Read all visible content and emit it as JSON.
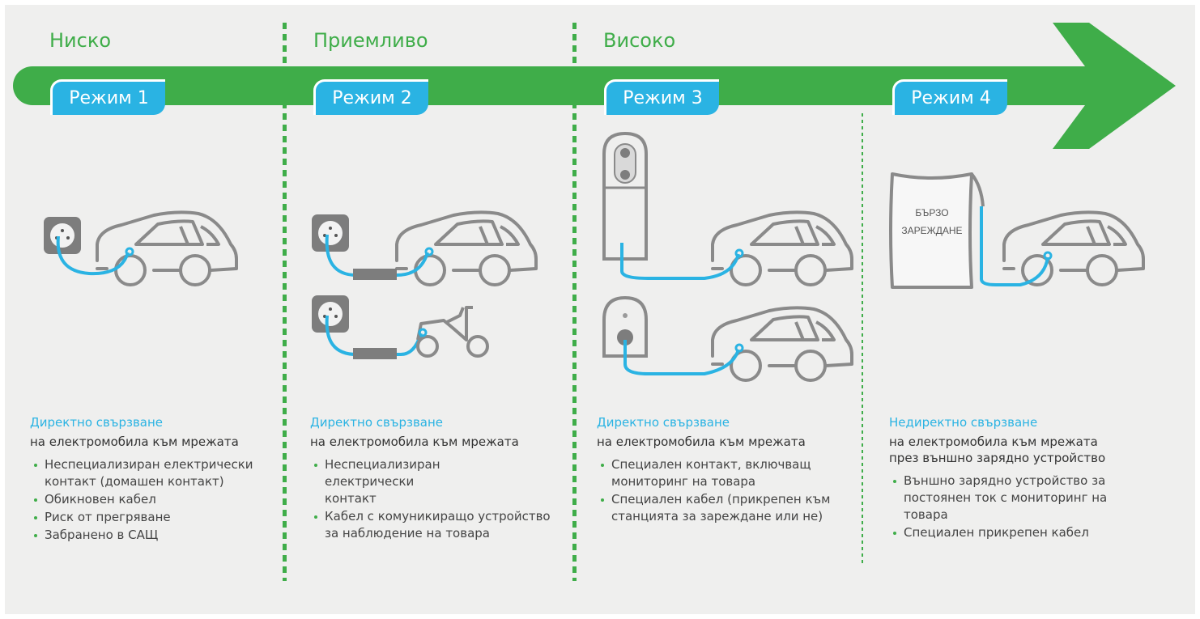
{
  "levels": [
    "Ниско",
    "Приемливо",
    "Високо"
  ],
  "modes": [
    "Режим 1",
    "Режим 2",
    "Режим 3",
    "Режим 4"
  ],
  "fast_charger_label": [
    "БЪРЗО",
    "ЗАРЕЖДАНЕ"
  ],
  "columns": [
    {
      "title": "Директно свързване",
      "subtitle": "на електромобила към мрежата",
      "features": [
        "Неспециализиран електрически контакт (домашен контакт)",
        "Обикновен кабел",
        "Риск от прегряване",
        "Забранено в САЩ"
      ]
    },
    {
      "title": "Директно свързване",
      "subtitle": "на електромобила към мрежата",
      "features": [
        "Неспециализиран електрически контакт",
        "Кабел с комуникиращо устройство за наблюдение на товара"
      ]
    },
    {
      "title": "Директно свързване",
      "subtitle": "на електромобила към мрежата",
      "features": [
        "Специален контакт, включващ мониторинг на товара",
        "Специален кабел (прикрепен към станцията за зареждане или не)"
      ]
    },
    {
      "title": "Недиректно свързване",
      "subtitle": "на електромобила към мрежата през външно зарядно устройство",
      "features": [
        "Външно зарядно устройство за постоянен ток с мониторинг на товара",
        "Специален прикрепен кабел"
      ]
    }
  ],
  "colors": {
    "arrow_green": "#3fad49",
    "badge_blue": "#2ab3e3",
    "cable_blue": "#2ab3e3",
    "outline_gray": "#8a8a8a",
    "background": "#efefee"
  }
}
